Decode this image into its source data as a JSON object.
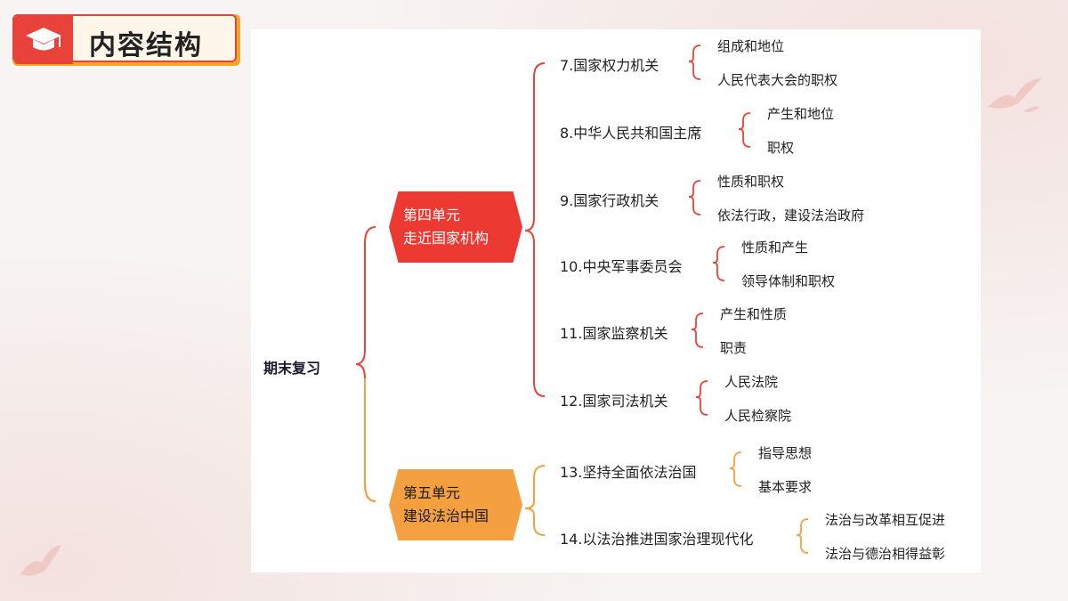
{
  "header": {
    "title": "内容结构",
    "icon": "graduation-cap-icon"
  },
  "diagram": {
    "root": "期末复习",
    "units": [
      {
        "line1": "第四单元",
        "line2": "走近国家机构",
        "color": "#ec3a33",
        "topics": [
          {
            "label": "7.国家权力机关",
            "leaves": [
              "组成和地位",
              "人民代表大会的职权"
            ]
          },
          {
            "label": "8.中华人民共和国主席",
            "leaves": [
              "产生和地位",
              "职权"
            ]
          },
          {
            "label": "9.国家行政机关",
            "leaves": [
              "性质和职权",
              "依法行政，建设法治政府"
            ]
          },
          {
            "label": "10.中央军事委员会",
            "leaves": [
              "性质和产生",
              "领导体制和职权"
            ]
          },
          {
            "label": "11.国家监察机关",
            "leaves": [
              "产生和性质",
              "职责"
            ]
          },
          {
            "label": "12.国家司法机关",
            "leaves": [
              "人民法院",
              "人民检察院"
            ]
          }
        ]
      },
      {
        "line1": "第五单元",
        "line2": "建设法治中国",
        "color": "#f4a041",
        "topics": [
          {
            "label": "13.坚持全面依法治国",
            "leaves": [
              "指导思想",
              "基本要求"
            ]
          },
          {
            "label": "14.以法治推进国家治理现代化",
            "leaves": [
              "法治与改革相互促进",
              "法治与德治相得益彰"
            ]
          }
        ]
      }
    ]
  },
  "colors": {
    "accent_red": "#e8423a",
    "accent_orange": "#f4a041",
    "badge_gold": "#f3a82c"
  }
}
